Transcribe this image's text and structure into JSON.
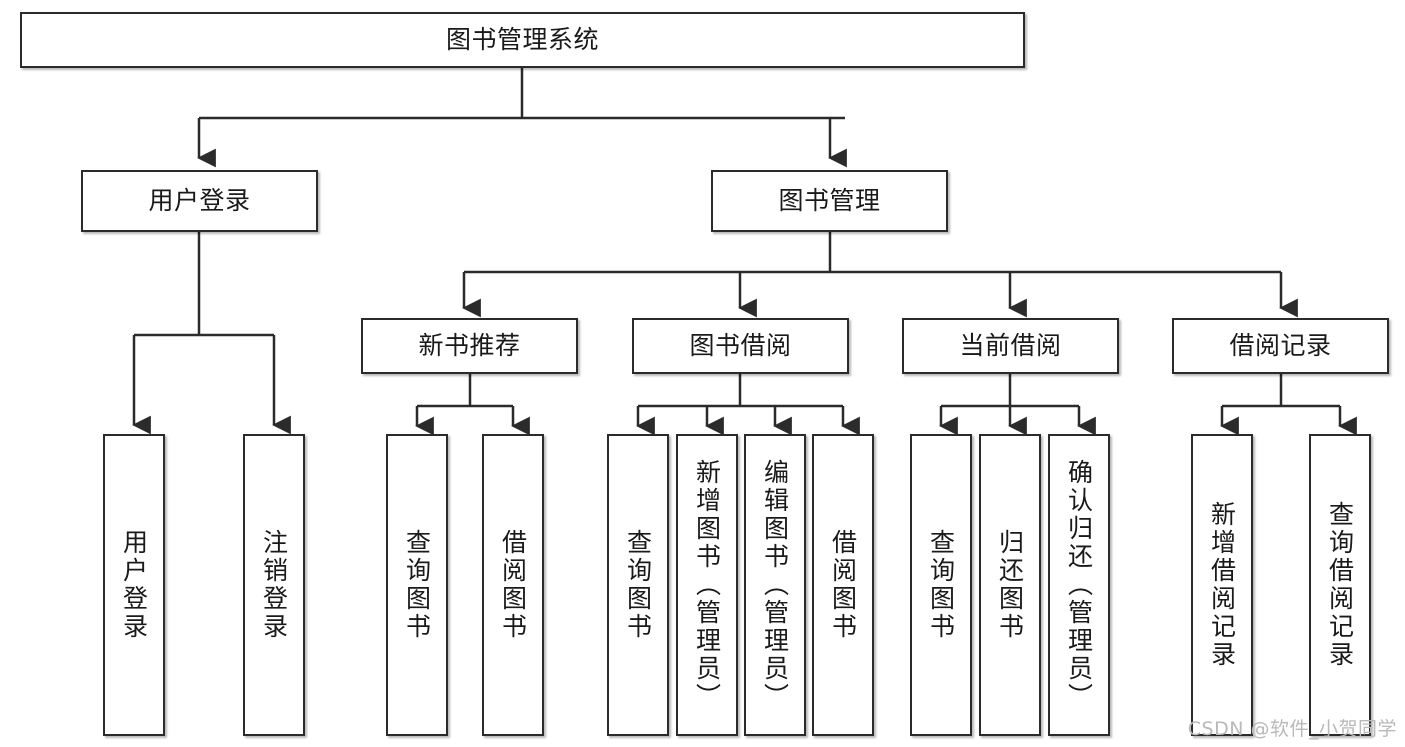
{
  "diagram": {
    "type": "tree-hierarchy",
    "title": "图书管理系统",
    "watermark": "CSDN @软件_小贺同学",
    "colors": {
      "box_border": "#2b2b2b",
      "box_fill": "#ffffff",
      "edge": "#2b2b2b",
      "text": "#1a1a1a",
      "watermark": "#b9b9b9",
      "background": "#ffffff"
    },
    "nodes": {
      "root": {
        "label": "图书管理系统"
      },
      "level2": [
        {
          "id": "user-login",
          "label": "用户登录"
        },
        {
          "id": "book-management",
          "label": "图书管理"
        }
      ],
      "level3": [
        {
          "id": "new-book-recommend",
          "label": "新书推荐"
        },
        {
          "id": "book-borrow",
          "label": "图书借阅"
        },
        {
          "id": "current-borrow",
          "label": "当前借阅"
        },
        {
          "id": "borrow-record",
          "label": "借阅记录"
        }
      ],
      "leaves": {
        "user-login": [
          {
            "id": "leaf-user-login",
            "label": "用户登录"
          },
          {
            "id": "leaf-user-logout",
            "label": "注销登录"
          }
        ],
        "new-book-recommend": [
          {
            "id": "leaf-query-book-1",
            "label": "查询图书"
          },
          {
            "id": "leaf-borrow-book-1",
            "label": "借阅图书"
          }
        ],
        "book-borrow": [
          {
            "id": "leaf-query-book-2",
            "label": "查询图书"
          },
          {
            "id": "leaf-add-book",
            "label": "新增图书（管理员）"
          },
          {
            "id": "leaf-edit-book",
            "label": "编辑图书（管理员）"
          },
          {
            "id": "leaf-borrow-book-2",
            "label": "借阅图书"
          }
        ],
        "current-borrow": [
          {
            "id": "leaf-query-book-3",
            "label": "查询图书"
          },
          {
            "id": "leaf-return-book",
            "label": "归还图书"
          },
          {
            "id": "leaf-confirm-return",
            "label": "确认归还（管理员）"
          }
        ],
        "borrow-record": [
          {
            "id": "leaf-add-record",
            "label": "新增借阅记录"
          },
          {
            "id": "leaf-query-record",
            "label": "查询借阅记录"
          }
        ]
      }
    }
  }
}
